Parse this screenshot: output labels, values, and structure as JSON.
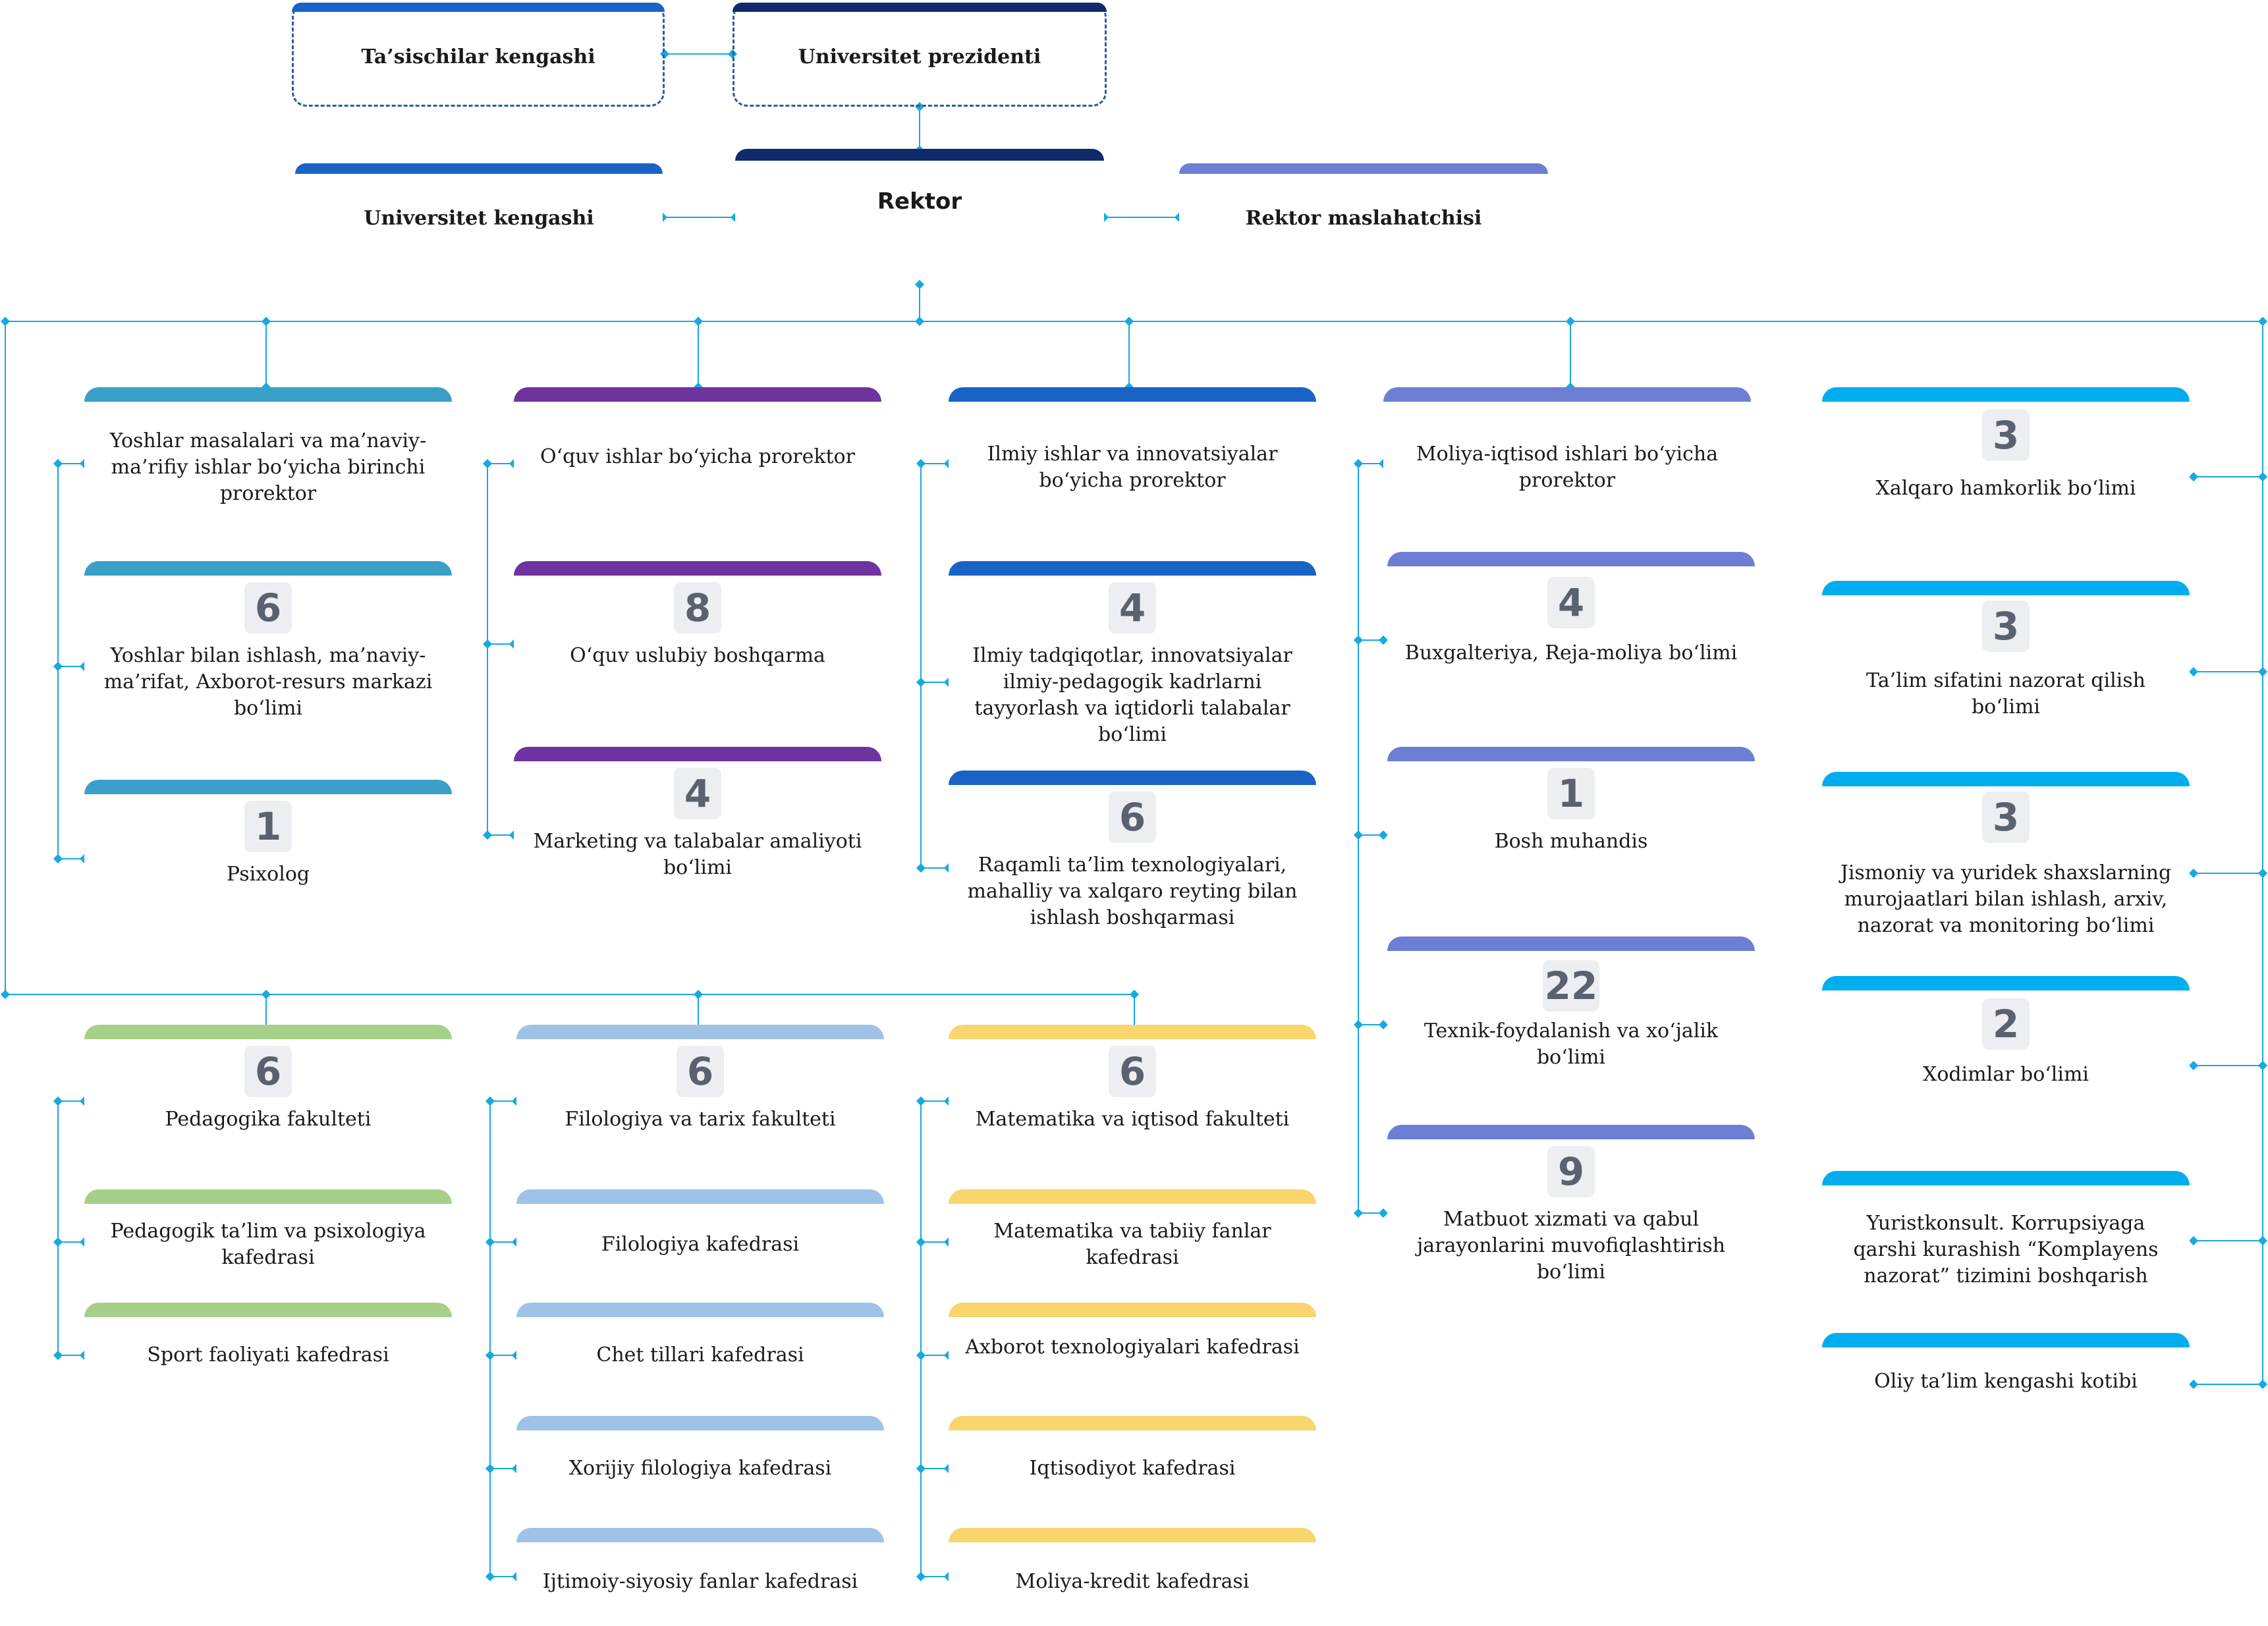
{
  "colors": {
    "line": "#17a9e1",
    "navy": "#102a6b",
    "blue": "#1a63c6",
    "teal": "#3aa0c8",
    "purple": "#6f33a0",
    "lavender": "#6d7fd4",
    "sky": "#00aeef",
    "green": "#a6d08a",
    "lightblue": "#9fc3e6",
    "yellow": "#f9d56e"
  },
  "top": {
    "founders": "Ta’sischilar kengashi",
    "president": "Universitet prezidenti",
    "council": "Universitet kengashi",
    "rector": "Rektor",
    "advisor": "Rektor maslahatchisi"
  },
  "col1": {
    "head": "Yoshlar masalalari va ma’naviy-ma’rifiy ishlar bo‘yicha birinchi prorektor",
    "items": [
      {
        "count": "6",
        "label": "Yoshlar bilan ishlash, ma’naviy-ma’rifat, Axborot-resurs markazi bo‘limi"
      },
      {
        "count": "1",
        "label": "Psixolog"
      }
    ]
  },
  "col2": {
    "head": "O‘quv ishlar bo‘yicha prorektor",
    "items": [
      {
        "count": "8",
        "label": "O‘quv uslubiy boshqarma"
      },
      {
        "count": "4",
        "label": "Marketing va talabalar amaliyoti bo‘limi"
      }
    ]
  },
  "col3": {
    "head": "Ilmiy ishlar va innovatsiyalar bo‘yicha prorektor",
    "items": [
      {
        "count": "4",
        "label": "Ilmiy tadqiqotlar, innovatsiyalar ilmiy-pedagogik kadrlarni tayyorlash va iqtidorli talabalar bo‘limi"
      },
      {
        "count": "6",
        "label": "Raqamli ta’lim texnologiyalari, mahalliy va xalqaro reyting bilan ishlash boshqarmasi"
      }
    ]
  },
  "col4": {
    "head": "Moliya-iqtisod ishlari bo‘yicha prorektor",
    "items": [
      {
        "count": "4",
        "label": "Buxgalteriya, Reja-moliya bo‘limi"
      },
      {
        "count": "1",
        "label": "Bosh muhandis"
      },
      {
        "count": "22",
        "label": "Texnik-foydalanish va xo‘jalik bo‘limi"
      },
      {
        "count": "9",
        "label": "Matbuot xizmati va qabul jarayonlarini muvofiqlashtirish bo‘limi"
      }
    ]
  },
  "col5": {
    "items": [
      {
        "count": "3",
        "label": "Xalqaro hamkorlik bo‘limi"
      },
      {
        "count": "3",
        "label": "Ta’lim sifatini nazorat qilish bo‘limi"
      },
      {
        "count": "3",
        "label": "Jismoniy va yuridek shaxslarning murojaatlari bilan ishlash, arxiv, nazorat va monitoring bo‘limi"
      },
      {
        "count": "2",
        "label": "Xodimlar bo‘limi"
      },
      {
        "count": "",
        "label": "Yuristkonsult. Korrupsiyaga qarshi kurashish “Komplayens nazorat” tizimini boshqarish"
      },
      {
        "count": "",
        "label": "Oliy ta’lim kengashi kotibi"
      }
    ]
  },
  "fac1": {
    "count": "6",
    "head": "Pedagogika fakulteti",
    "depts": [
      "Pedagogik ta’lim va psixologiya kafedrasi",
      "Sport faoliyati kafedrasi"
    ]
  },
  "fac2": {
    "count": "6",
    "head": "Filologiya va tarix fakulteti",
    "depts": [
      "Filologiya kafedrasi",
      "Chet tillari kafedrasi",
      "Xorijiy filologiya kafedrasi",
      "Ijtimoiy-siyosiy fanlar kafedrasi"
    ]
  },
  "fac3": {
    "count": "6",
    "head": "Matematika va iqtisod fakulteti",
    "depts": [
      "Matematika va tabiiy fanlar kafedrasi",
      "Axborot texnologiyalari kafedrasi",
      "Iqtisodiyot kafedrasi",
      "Moliya-kredit kafedrasi"
    ]
  }
}
